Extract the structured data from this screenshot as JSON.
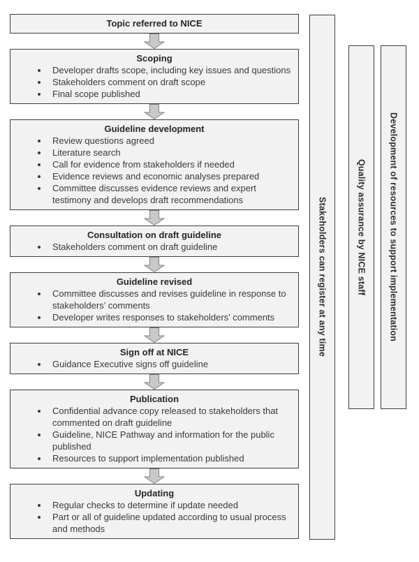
{
  "flow": {
    "steps": [
      {
        "title": "Topic referred to NICE",
        "bullets": []
      },
      {
        "title": "Scoping",
        "bullets": [
          "Developer drafts scope, including key issues and questions",
          "Stakeholders comment on draft scope",
          "Final scope published"
        ]
      },
      {
        "title": "Guideline development",
        "bullets": [
          "Review questions agreed",
          "Literature search",
          "Call for evidence from stakeholders if needed",
          "Evidence reviews and economic analyses prepared",
          "Committee discusses evidence reviews and expert testimony and develops draft recommendations"
        ]
      },
      {
        "title": "Consultation on draft guideline",
        "bullets": [
          "Stakeholders comment on draft guideline"
        ]
      },
      {
        "title": "Guideline revised",
        "bullets": [
          "Committee discusses and revises guideline in response to stakeholders’ comments",
          "Developer writes responses to stakeholders’ comments"
        ]
      },
      {
        "title": "Sign off at NICE",
        "bullets": [
          "Guidance Executive signs off guideline"
        ]
      },
      {
        "title": "Publication",
        "bullets": [
          "Confidential advance copy released to stakeholders that commented on draft guideline",
          "Guideline, NICE Pathway and information for the public published",
          "Resources to support implementation published"
        ]
      },
      {
        "title": "Updating",
        "bullets": [
          "Regular checks to determine if update needed",
          "Part or all of guideline updated according to usual process and methods"
        ]
      }
    ]
  },
  "side_bars": [
    {
      "label": "Stakeholders can register at any time"
    },
    {
      "label": "Quality assurance by NICE staff"
    },
    {
      "label": "Development of resources to support implementation"
    }
  ],
  "colors": {
    "box_fill": "#f2f2f2",
    "box_border": "#3d3d3d",
    "arrow_fill": "#c9c9c9",
    "arrow_stroke": "#808080"
  }
}
